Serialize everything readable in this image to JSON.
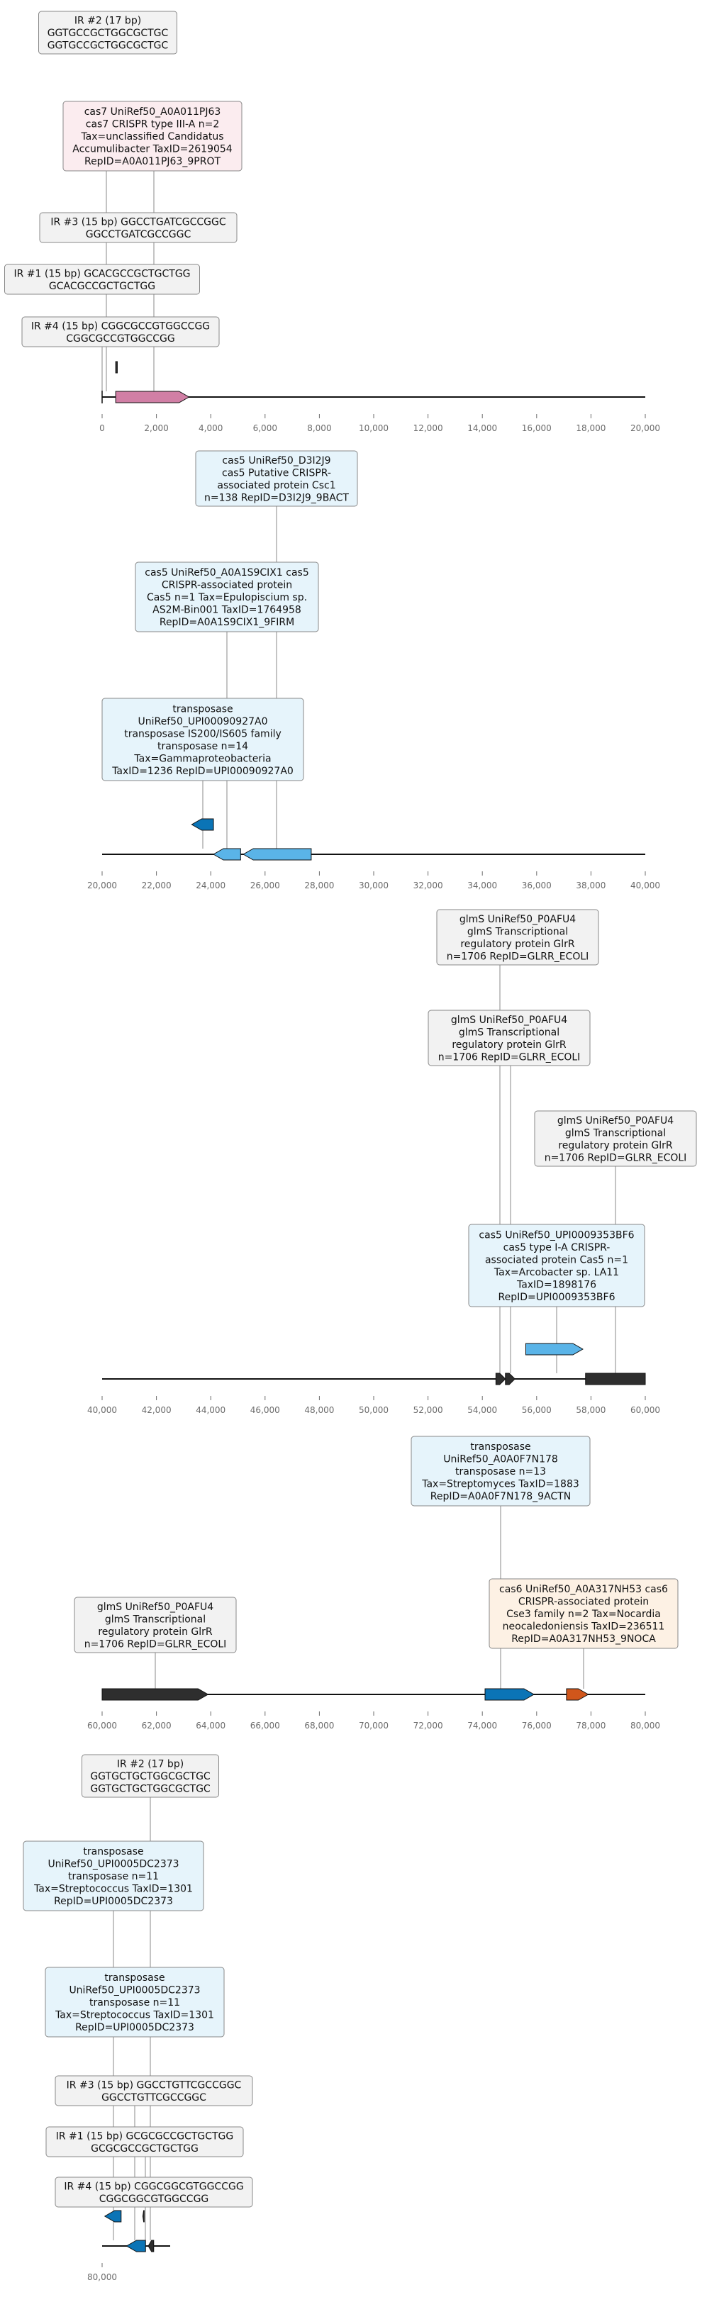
{
  "colors": {
    "ir_fill": "#f2f2f2",
    "ir_stroke": "#888888",
    "pink_fill": "#fbecef",
    "blue_fill": "#e6f4fb",
    "orange_fill": "#fdf1e4",
    "gray_fill": "#f2f2f2",
    "axis": "#111111",
    "tick_text": "#6b6b6b",
    "cas7": "#d17fa5",
    "transposase": "#0b74b6",
    "cas5": "#5ab4e8",
    "glms": "#2e2e2e",
    "cas6": "#d0561b"
  },
  "panels": [
    {
      "ticks": [
        "0",
        "2,000",
        "4,000",
        "6,000",
        "8,000",
        "10,000",
        "12,000",
        "14,000",
        "16,000",
        "18,000",
        "20,000"
      ],
      "range": [
        0,
        20000
      ],
      "genes": [
        {
          "name": "cas7-gene",
          "start": 500,
          "end": 3200,
          "strand": "+",
          "color": "cas7",
          "row": 0
        },
        {
          "name": "ir-marker",
          "start": 500,
          "end": 560,
          "strand": "",
          "color": "glms",
          "row": 1
        }
      ],
      "labels": [
        {
          "name": "ir2-label",
          "fill": "ir_fill",
          "lines": [
            "IR #2 (17 bp)",
            "GGTGCCGCTGGCGCTGC",
            "GGTGCCGCTGGCGCTGC"
          ]
        },
        {
          "name": "cas7-label",
          "fill": "pink_fill",
          "lines": [
            "cas7 UniRef50_A0A011PJ63",
            "cas7 CRISPR type III-A n=2",
            "Tax=unclassified Candidatus",
            "Accumulibacter TaxID=2619054",
            "RepID=A0A011PJ63_9PROT"
          ]
        },
        {
          "name": "ir3-label",
          "fill": "ir_fill",
          "lines": [
            "IR #3 (15 bp) GGCCTGATCGCCGGC",
            "GGCCTGATCGCCGGC"
          ]
        },
        {
          "name": "ir1-label",
          "fill": "ir_fill",
          "lines": [
            "IR #1 (15 bp) GCACGCCGCTGCTGG",
            "GCACGCCGCTGCTGG"
          ]
        },
        {
          "name": "ir4-label",
          "fill": "ir_fill",
          "lines": [
            "IR #4 (15 bp) CGGCGCCGTGGCCGG",
            "CGGCGCCGTGGCCGG"
          ]
        }
      ]
    },
    {
      "ticks": [
        "20,000",
        "22,000",
        "24,000",
        "26,000",
        "28,000",
        "30,000",
        "32,000",
        "34,000",
        "36,000",
        "38,000",
        "40,000"
      ],
      "range": [
        20000,
        40000
      ],
      "genes": [
        {
          "name": "transposase-gene",
          "start": 23300,
          "end": 24100,
          "strand": "-",
          "color": "transposase",
          "row": 1
        },
        {
          "name": "cas5-gene-a",
          "start": 24100,
          "end": 25100,
          "strand": "-",
          "color": "cas5",
          "row": 0
        },
        {
          "name": "cas5-gene-b",
          "start": 25200,
          "end": 27700,
          "strand": "-",
          "color": "cas5",
          "row": 0
        }
      ],
      "labels": [
        {
          "name": "cas5-d3i2j9-label",
          "fill": "blue_fill",
          "lines": [
            "cas5 UniRef50_D3I2J9",
            "cas5 Putative CRISPR-",
            "associated protein Csc1",
            "n=138 RepID=D3I2J9_9BACT"
          ]
        },
        {
          "name": "cas5-a0a1s9-label",
          "fill": "blue_fill",
          "lines": [
            "cas5 UniRef50_A0A1S9CIX1 cas5",
            "CRISPR-associated protein",
            "Cas5 n=1 Tax=Epulopiscium sp.",
            "AS2M-Bin001 TaxID=1764958",
            "RepID=A0A1S9CIX1_9FIRM"
          ]
        },
        {
          "name": "transposase-label",
          "fill": "blue_fill",
          "lines": [
            "transposase",
            "UniRef50_UPI00090927A0",
            "transposase IS200/IS605 family",
            "transposase n=14",
            "Tax=Gammaproteobacteria",
            "TaxID=1236 RepID=UPI00090927A0"
          ]
        }
      ]
    },
    {
      "ticks": [
        "40,000",
        "42,000",
        "44,000",
        "46,000",
        "48,000",
        "50,000",
        "52,000",
        "54,000",
        "56,000",
        "58,000",
        "60,000"
      ],
      "range": [
        40000,
        60000
      ],
      "genes": [
        {
          "name": "glms-gene-a",
          "start": 54500,
          "end": 54850,
          "strand": "+",
          "color": "glms",
          "row": 0
        },
        {
          "name": "glms-gene-b",
          "start": 54850,
          "end": 55200,
          "strand": "+",
          "color": "glms",
          "row": 0
        },
        {
          "name": "cas5-gene-c",
          "start": 55600,
          "end": 57700,
          "strand": "+",
          "color": "cas5",
          "row": 1
        },
        {
          "name": "glms-gene-c",
          "start": 57800,
          "end": 60000,
          "strand": "",
          "color": "glms",
          "row": 0
        }
      ],
      "labels": [
        {
          "name": "glms-label-1",
          "fill": "gray_fill",
          "lines": [
            "glmS UniRef50_P0AFU4",
            "glmS Transcriptional",
            "regulatory protein GlrR",
            "n=1706 RepID=GLRR_ECOLI"
          ]
        },
        {
          "name": "glms-label-2",
          "fill": "gray_fill",
          "lines": [
            "glmS UniRef50_P0AFU4",
            "glmS Transcriptional",
            "regulatory protein GlrR",
            "n=1706 RepID=GLRR_ECOLI"
          ]
        },
        {
          "name": "glms-label-3",
          "fill": "gray_fill",
          "lines": [
            "glmS UniRef50_P0AFU4",
            "glmS Transcriptional",
            "regulatory protein GlrR",
            "n=1706 RepID=GLRR_ECOLI"
          ]
        },
        {
          "name": "cas5-upi-label",
          "fill": "blue_fill",
          "lines": [
            "cas5 UniRef50_UPI0009353BF6",
            "cas5 type I-A CRISPR-",
            "associated protein Cas5 n=1",
            "Tax=Arcobacter sp. LA11",
            "TaxID=1898176",
            "RepID=UPI0009353BF6"
          ]
        }
      ]
    },
    {
      "ticks": [
        "60,000",
        "62,000",
        "64,000",
        "66,000",
        "68,000",
        "70,000",
        "72,000",
        "74,000",
        "76,000",
        "78,000",
        "80,000"
      ],
      "range": [
        60000,
        80000
      ],
      "genes": [
        {
          "name": "glms-gene-d",
          "start": 60000,
          "end": 63900,
          "strand": "+",
          "color": "glms",
          "row": 0
        },
        {
          "name": "transposase-gene-b",
          "start": 74100,
          "end": 75900,
          "strand": "+",
          "color": "transposase",
          "row": 0
        },
        {
          "name": "cas6-gene",
          "start": 77100,
          "end": 77900,
          "strand": "+",
          "color": "cas6",
          "row": 0
        }
      ],
      "labels": [
        {
          "name": "transposase-a0a0f7-label",
          "fill": "blue_fill",
          "lines": [
            "transposase",
            "UniRef50_A0A0F7N178",
            "transposase n=13",
            "Tax=Streptomyces TaxID=1883",
            "RepID=A0A0F7N178_9ACTN"
          ]
        },
        {
          "name": "glms-label-4",
          "fill": "gray_fill",
          "lines": [
            "glmS UniRef50_P0AFU4",
            "glmS Transcriptional",
            "regulatory protein GlrR",
            "n=1706 RepID=GLRR_ECOLI"
          ]
        },
        {
          "name": "cas6-label",
          "fill": "orange_fill",
          "lines": [
            "cas6 UniRef50_A0A317NH53 cas6",
            "CRISPR-associated protein",
            "Cse3 family n=2 Tax=Nocardia",
            "neocaledoniensis TaxID=236511",
            "RepID=A0A317NH53_9NOCA"
          ]
        }
      ]
    },
    {
      "ticks": [
        "80,000"
      ],
      "range": [
        80000,
        100000
      ],
      "genes": [
        {
          "name": "transposase-gene-c",
          "start": 80100,
          "end": 80700,
          "strand": "-",
          "color": "transposase",
          "row": 1
        },
        {
          "name": "transposase-gene-d",
          "start": 80900,
          "end": 81600,
          "strand": "-",
          "color": "transposase",
          "row": 0
        },
        {
          "name": "ir-marker-b",
          "start": 81500,
          "end": 81550,
          "strand": "-",
          "color": "glms",
          "row": 1
        },
        {
          "name": "ir-marker-c",
          "start": 81700,
          "end": 81900,
          "strand": "-",
          "color": "glms",
          "row": 0
        }
      ],
      "labels": [
        {
          "name": "ir2-label-b",
          "fill": "ir_fill",
          "lines": [
            "IR #2 (17 bp)",
            "GGTGCTGCTGGCGCTGC",
            "GGTGCTGCTGGCGCTGC"
          ]
        },
        {
          "name": "transposase-upi-label-1",
          "fill": "blue_fill",
          "lines": [
            "transposase",
            "UniRef50_UPI0005DC2373",
            "transposase n=11",
            "Tax=Streptococcus TaxID=1301",
            "RepID=UPI0005DC2373"
          ]
        },
        {
          "name": "transposase-upi-label-2",
          "fill": "blue_fill",
          "lines": [
            "transposase",
            "UniRef50_UPI0005DC2373",
            "transposase n=11",
            "Tax=Streptococcus TaxID=1301",
            "RepID=UPI0005DC2373"
          ]
        },
        {
          "name": "ir3-label-b",
          "fill": "ir_fill",
          "lines": [
            "IR #3 (15 bp) GGCCTGTTCGCCGGC",
            "GGCCTGTTCGCCGGC"
          ]
        },
        {
          "name": "ir1-label-b",
          "fill": "ir_fill",
          "lines": [
            "IR #1 (15 bp) GCGCGCCGCTGCTGG",
            "GCGCGCCGCTGCTGG"
          ]
        },
        {
          "name": "ir4-label-b",
          "fill": "ir_fill",
          "lines": [
            "IR #4 (15 bp) CGGCGGCGTGGCCGG",
            "CGGCGGCGTGGCCGG"
          ]
        }
      ]
    }
  ]
}
